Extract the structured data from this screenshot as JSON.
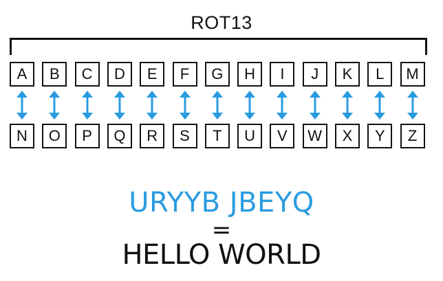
{
  "title": "ROT13",
  "top_letters": [
    "A",
    "B",
    "C",
    "D",
    "E",
    "F",
    "G",
    "H",
    "I",
    "J",
    "K",
    "L",
    "M"
  ],
  "bottom_letters": [
    "N",
    "O",
    "P",
    "Q",
    "R",
    "S",
    "T",
    "U",
    "V",
    "W",
    "X",
    "Y",
    "Z"
  ],
  "arrow_icon": "double-arrow-vertical",
  "ciphertext": "URYYB JBEYQ",
  "equals": "=",
  "plaintext": "HELLO WORLD",
  "colors": {
    "accent": "#2a9be0",
    "ink": "#111111"
  }
}
